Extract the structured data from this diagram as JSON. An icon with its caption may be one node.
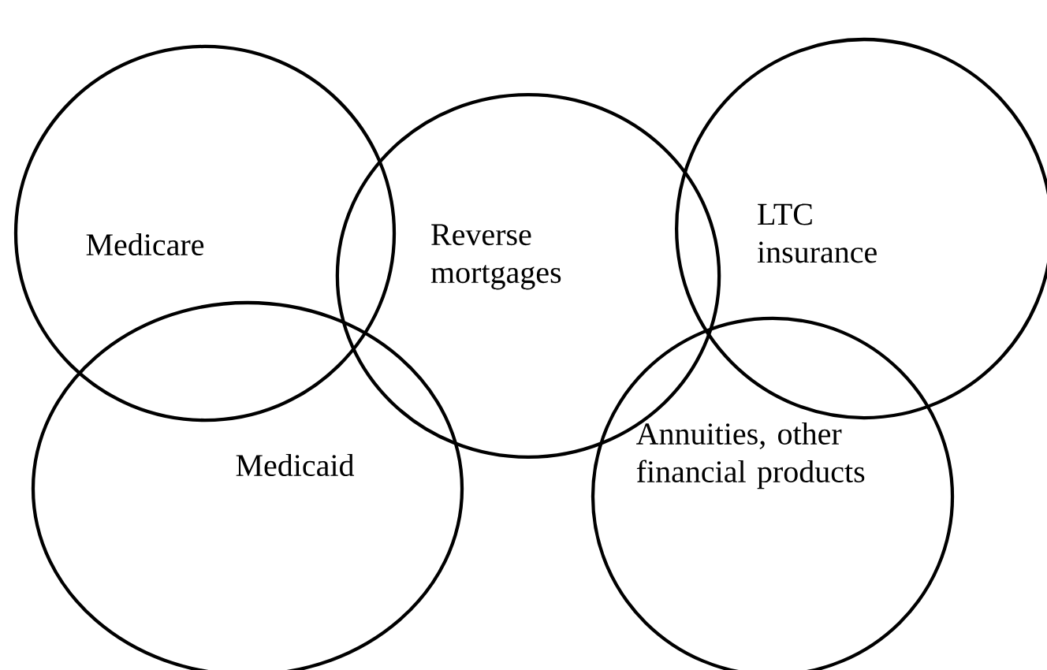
{
  "diagram": {
    "nodes": [
      {
        "text": [
          "Medicare"
        ]
      },
      {
        "text": [
          "Reverse mortgages"
        ]
      },
      {
        "text": [
          "LTC insurance"
        ]
      },
      {
        "text": [
          "Medicaid"
        ]
      },
      {
        "text": [
          "Annuities, other financial products"
        ]
      }
    ]
  }
}
